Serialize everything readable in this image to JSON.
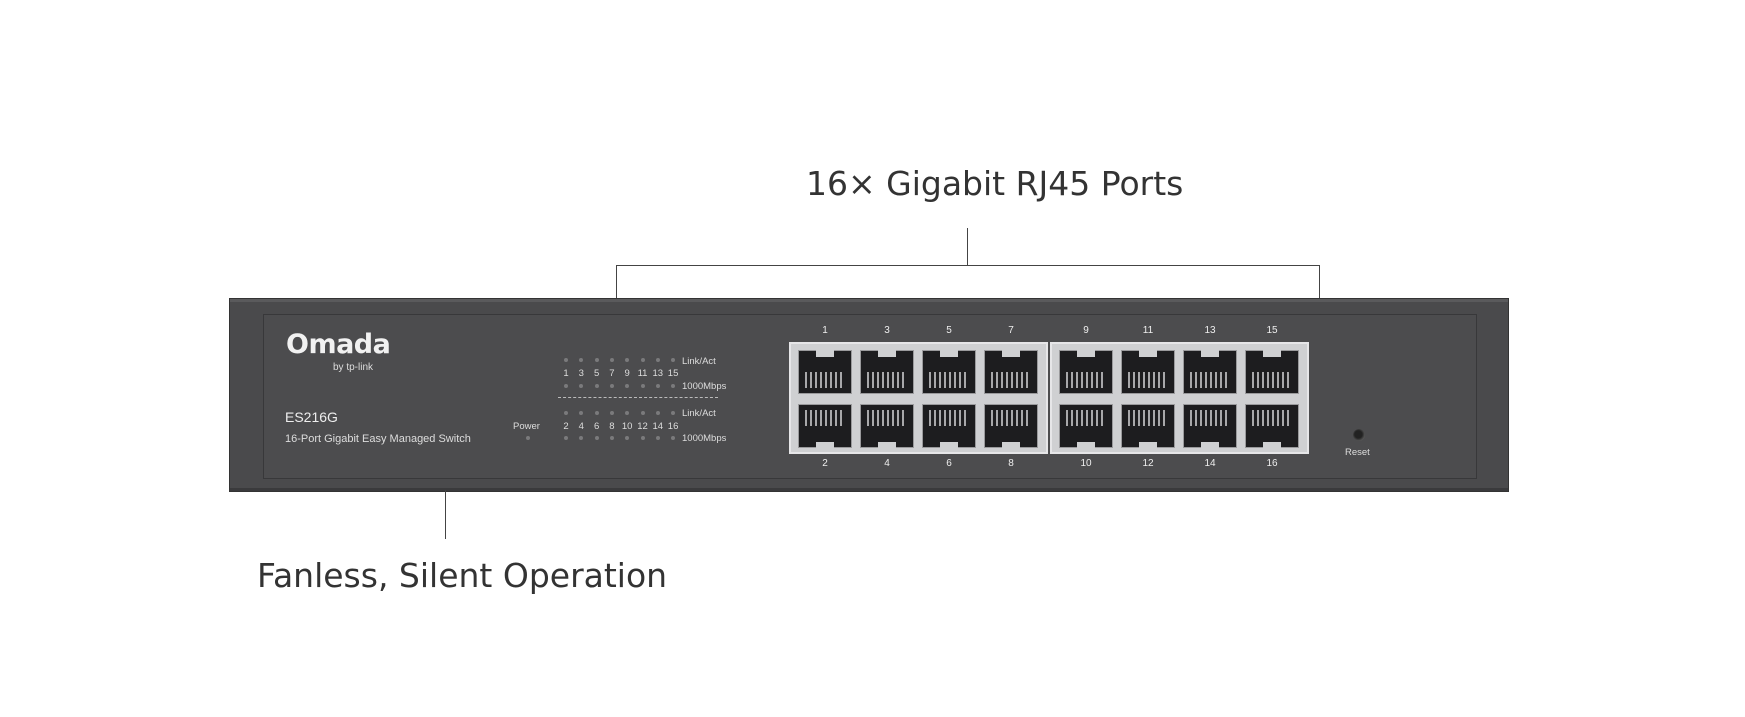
{
  "callouts": {
    "ports": "16× Gigabit RJ45 Ports",
    "fanless": "Fanless, Silent Operation"
  },
  "device": {
    "logo": "Omada",
    "logo_sub": "by tp-link",
    "model": "ES216G",
    "description": "16-Port Gigabit Easy Managed Switch",
    "power_label": "Power",
    "reset_label": "Reset",
    "led_labels": {
      "link_act_top": "Link/Act",
      "speed_top": "1000Mbps",
      "link_act_bottom": "Link/Act",
      "speed_bottom": "1000Mbps"
    },
    "led_numbers_top": [
      "1",
      "3",
      "5",
      "7",
      "9",
      "11",
      "13",
      "15"
    ],
    "led_numbers_bottom": [
      "2",
      "4",
      "6",
      "8",
      "10",
      "12",
      "14",
      "16"
    ],
    "port_numbers_top": [
      "1",
      "3",
      "5",
      "7",
      "9",
      "11",
      "13",
      "15"
    ],
    "port_numbers_bottom": [
      "2",
      "4",
      "6",
      "8",
      "10",
      "12",
      "14",
      "16"
    ]
  }
}
